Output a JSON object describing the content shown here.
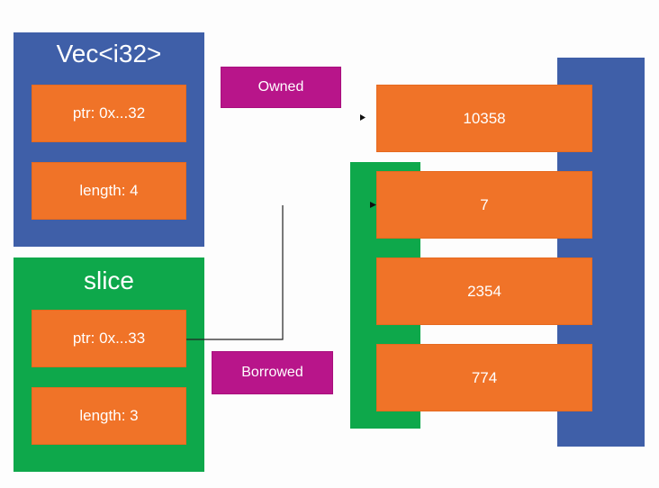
{
  "vec": {
    "title": "Vec<i32>",
    "ptr_label": "ptr: 0x...32",
    "length_label": "length: 4"
  },
  "slice": {
    "title": "slice",
    "ptr_label": "ptr: 0x...33",
    "length_label": "length: 3"
  },
  "labels": {
    "owned": "Owned",
    "borrowed": "Borrowed"
  },
  "memory": {
    "cells": [
      "10358",
      "7",
      "2354",
      "774"
    ]
  },
  "colors": {
    "blue": "#3f5fa8",
    "green": "#0ea84b",
    "orange": "#f07328",
    "magenta": "#b8158a"
  }
}
